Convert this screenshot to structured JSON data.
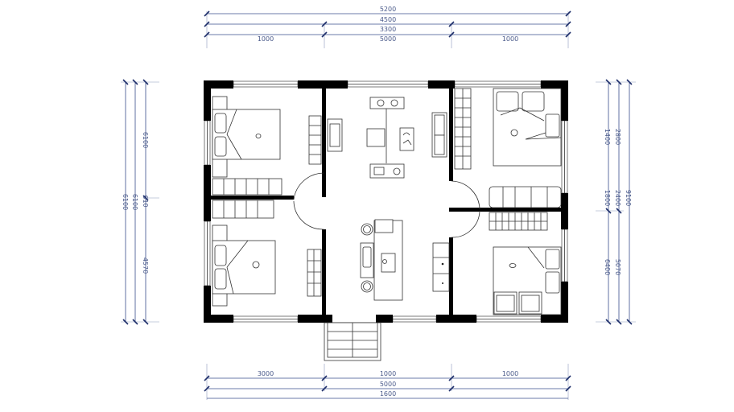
{
  "dimensions": {
    "top": {
      "overall": "5200",
      "second": "4500",
      "third": "3300",
      "segments": [
        "1000",
        "5000",
        "1000"
      ]
    },
    "bottom": {
      "segments": [
        "3000",
        "1000",
        "1000"
      ],
      "second": "5000",
      "overall": "1600"
    },
    "left": {
      "overall": "6100",
      "second": "6100",
      "segments": [
        "6100",
        "610",
        "4570"
      ]
    },
    "right": {
      "segments": [
        "1400",
        "1800",
        "6400"
      ],
      "second": [
        "2800",
        "2400",
        "5070"
      ],
      "overall": "9100"
    }
  },
  "colors": {
    "walls": "#000000",
    "dimension_lines": "#3a4f8c",
    "background": "#ffffff"
  }
}
